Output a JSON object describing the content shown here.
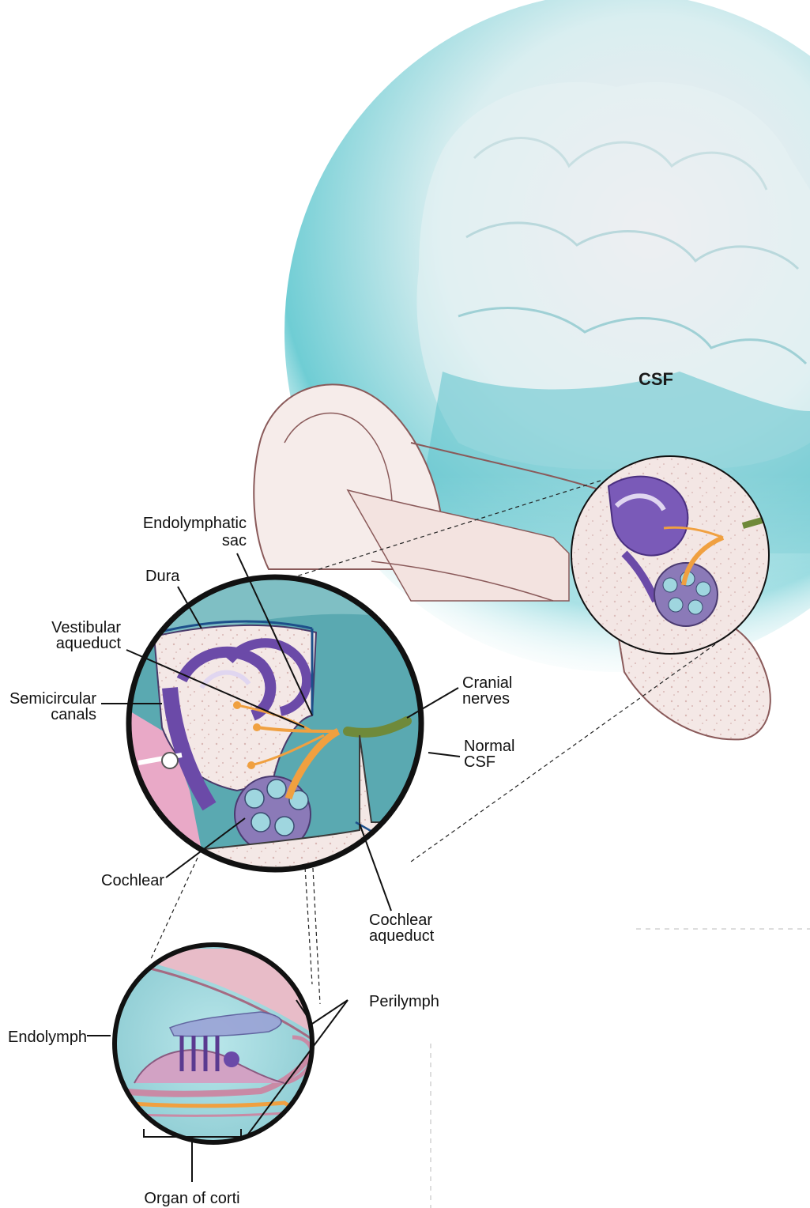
{
  "labels": {
    "csf": "CSF",
    "endolymphatic_sac_1": "Endolymphatic",
    "endolymphatic_sac_2": "sac",
    "dura": "Dura",
    "vestibular_aqueduct_1": "Vestibular",
    "vestibular_aqueduct_2": "aqueduct",
    "semicircular_canals_1": "Semicircular",
    "semicircular_canals_2": "canals",
    "cranial_nerves_1": "Cranial",
    "cranial_nerves_2": "nerves",
    "normal_csf_1": "Normal",
    "normal_csf_2": "CSF",
    "cochlear": "Cochlear",
    "cochlear_aqueduct_1": "Cochlear",
    "cochlear_aqueduct_2": "aqueduct",
    "perilymph": "Perilymph",
    "endolymph": "Endolymph",
    "organ_of_corti": "Organ of corti"
  },
  "colors": {
    "brain": "#5fc7cf",
    "brain_light": "#cfeef0",
    "bone": "#f3e7e4",
    "bone_outline": "#8a5a5a",
    "labyrinth": "#6b4aa8",
    "cochlea_blue": "#9fd6df",
    "nerve_orange": "#f0a040",
    "nerve_green": "#6f8a3a",
    "ring": "#111111"
  }
}
